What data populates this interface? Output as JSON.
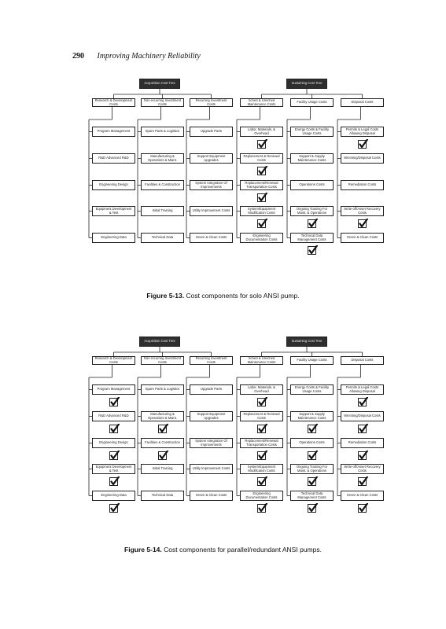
{
  "page": {
    "number": "290",
    "running_title": "Improving Machinery Reliability"
  },
  "figures": [
    {
      "caption_label": "Figure 5-13.",
      "caption_text": "Cost components for solo ANSI pump.",
      "top_left": "Acquisition Cost Tree",
      "top_right": "Sustaining Cost Tree",
      "checks": [
        [
          false,
          false,
          false,
          true,
          false,
          true
        ],
        [
          false,
          false,
          false,
          true,
          false,
          false
        ],
        [
          false,
          false,
          false,
          true,
          false,
          false
        ],
        [
          false,
          false,
          false,
          true,
          true,
          true
        ],
        [
          false,
          false,
          false,
          false,
          true,
          false
        ]
      ]
    },
    {
      "caption_label": "Figure 5-14.",
      "caption_text": "Cost components for parallel/redundant ANSI pumps.",
      "top_left": "Acquisition Cost Tree",
      "top_right": "Sustaining Cost Tree",
      "checks": [
        [
          true,
          false,
          false,
          true,
          false,
          true
        ],
        [
          true,
          true,
          false,
          true,
          true,
          true
        ],
        [
          true,
          true,
          false,
          true,
          true,
          true
        ],
        [
          true,
          false,
          false,
          true,
          true,
          true
        ],
        [
          true,
          false,
          false,
          true,
          true,
          true
        ]
      ]
    }
  ],
  "tree": {
    "headers": [
      "Research & Development Costs",
      "Non-recurring Investment Costs",
      "Recurring Investment Costs",
      "Sched & Unsched Maintenance Costs",
      "Facility Usage Costs",
      "Disposal Costs"
    ],
    "rows": [
      [
        "Program Management",
        "Spare Parts & Logistics",
        "Upgrade Parts",
        "Labor, Materials, & Overhead",
        "Energy Costs & Facility Usage Costs",
        "Permits & Legal Costs Allowing Disposal"
      ],
      [
        "R&D Advanced R&D",
        "Manufacturing & Operations & Maint.",
        "Support Equipment Upgrades",
        "Replacement & Renewal Costs",
        "Support & Supply Maintenance Costs",
        "Wrecking/Disposal Costs"
      ],
      [
        "Engineering Design",
        "Facilities & Construction",
        "System Integration Of Improvements",
        "Replacement/Renewal Transportation Costs",
        "Operations Costs",
        "Remediation Costs"
      ],
      [
        "Equipment Development & Test",
        "Initial Training",
        "Utility Improvement Costs",
        "System/Equipment Modification Costs",
        "Ongoing Training For Maint. & Operations",
        "Write-off/Asset Recovery Costs"
      ],
      [
        "Engineering Data",
        "Technical Data",
        "Green & Clean Costs",
        "Engineering Documentation Costs",
        "Technical Data Management Costs",
        "Green & Clean Costs"
      ]
    ]
  }
}
